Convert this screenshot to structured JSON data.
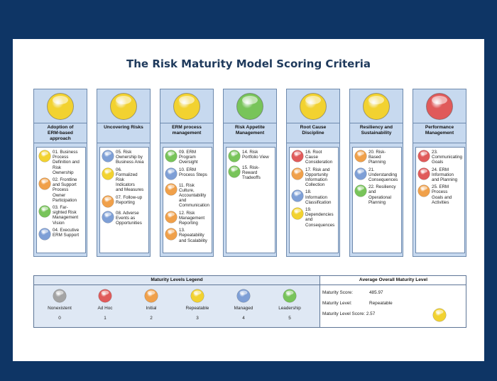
{
  "title": "The Risk Maturity Model Scoring Criteria",
  "colors": {
    "background": "#0e3565",
    "column_fill": "#c7d9ef",
    "border": "#6d89ad",
    "nonexistent": "#a4a4a4",
    "ad_hoc": "#e05a5a",
    "initial": "#f0a04a",
    "repeatable": "#f2d230",
    "managed": "#7e9fd6",
    "leadership": "#78c45a"
  },
  "columns": [
    {
      "title": "Adoption of\nERM-based\napproach",
      "level": "repeatable",
      "items": [
        {
          "text": "01. Business\nProcess\nDefinition and\nRisk\nOwnership",
          "level": "repeatable"
        },
        {
          "text": "02. Frontline\nand Support\nProcess\nOwner\nParticipation",
          "level": "initial"
        },
        {
          "text": "03. Far-\nsighted Risk\nManagement\nVision",
          "level": "leadership"
        },
        {
          "text": "04. Executive\nERM Support",
          "level": "managed"
        }
      ]
    },
    {
      "title": "Uncovering Risks",
      "level": "repeatable",
      "items": [
        {
          "text": "05. Risk\nOwnership by\nBusiness Area",
          "level": "managed"
        },
        {
          "text": "06.\nFormalized\nRisk\nIndicators\nand Measures",
          "level": "repeatable"
        },
        {
          "text": "07. Follow-up\nReporting",
          "level": "initial"
        },
        {
          "text": "08. Adverse\nEvents as\nOpportunities",
          "level": "managed"
        }
      ]
    },
    {
      "title": "ERM process\nmanagement",
      "level": "repeatable",
      "items": [
        {
          "text": "09. ERM\nProgram\nOversight",
          "level": "leadership"
        },
        {
          "text": "10. ERM\nProcess Steps",
          "level": "managed"
        },
        {
          "text": "11. Risk\nCulture,\nAccountability\nand\nCommunication",
          "level": "initial"
        },
        {
          "text": "12. Risk\nManagement\nReporting",
          "level": "initial"
        },
        {
          "text": "13.\nRepeatability\nand Scalability",
          "level": "initial"
        }
      ]
    },
    {
      "title": "Risk Appetite\nManagement",
      "level": "leadership",
      "items": [
        {
          "text": "14. Risk\nPortfolio View",
          "level": "leadership"
        },
        {
          "text": "15. Risk-\nReward\nTradeoffs",
          "level": "leadership"
        }
      ]
    },
    {
      "title": "Root Cause\nDiscipline",
      "level": "repeatable",
      "items": [
        {
          "text": "16. Root\nCause\nConsideration",
          "level": "ad_hoc"
        },
        {
          "text": "17. Risk and\nOpportunity\nInformation\nCollection",
          "level": "initial"
        },
        {
          "text": "18.\nInformation\nClassification",
          "level": "managed"
        },
        {
          "text": "19.\nDependencies\nand\nConsequences",
          "level": "repeatable"
        }
      ]
    },
    {
      "title": "Resiliency and\nSustainability",
      "level": "repeatable",
      "items": [
        {
          "text": "20. Risk-\nBased\nPlanning",
          "level": "initial"
        },
        {
          "text": "21.\nUnderstanding\nConsequences",
          "level": "managed"
        },
        {
          "text": "22. Resiliency\nand\nOperational\nPlanning",
          "level": "leadership"
        }
      ]
    },
    {
      "title": "Performance\nManagement",
      "level": "ad_hoc",
      "items": [
        {
          "text": "23.\nCommunicating\nGoals",
          "level": "ad_hoc"
        },
        {
          "text": "24. ERM\nInformation\nand Planning",
          "level": "ad_hoc"
        },
        {
          "text": "25. ERM\nProcess\nGoals and\nActivities",
          "level": "initial"
        }
      ]
    }
  ],
  "legend": {
    "title": "Maturity Levels Legend",
    "levels": [
      {
        "key": "nonexistent",
        "name": "Nonexistent",
        "number": "0"
      },
      {
        "key": "ad_hoc",
        "name": "Ad Hoc",
        "number": "1"
      },
      {
        "key": "initial",
        "name": "Initial",
        "number": "2"
      },
      {
        "key": "repeatable",
        "name": "Repeatable",
        "number": "3"
      },
      {
        "key": "managed",
        "name": "Managed",
        "number": "4"
      },
      {
        "key": "leadership",
        "name": "Leadership",
        "number": "5"
      }
    ]
  },
  "summary": {
    "title": "Average Overall Maturity Level",
    "rows": [
      {
        "label": "Maturity Score:",
        "value": "485.97"
      },
      {
        "label": "Maturity Level:",
        "value": "Repeatable"
      },
      {
        "label": "Maturity Level Score:",
        "value": "2.57"
      }
    ],
    "level": "repeatable"
  }
}
